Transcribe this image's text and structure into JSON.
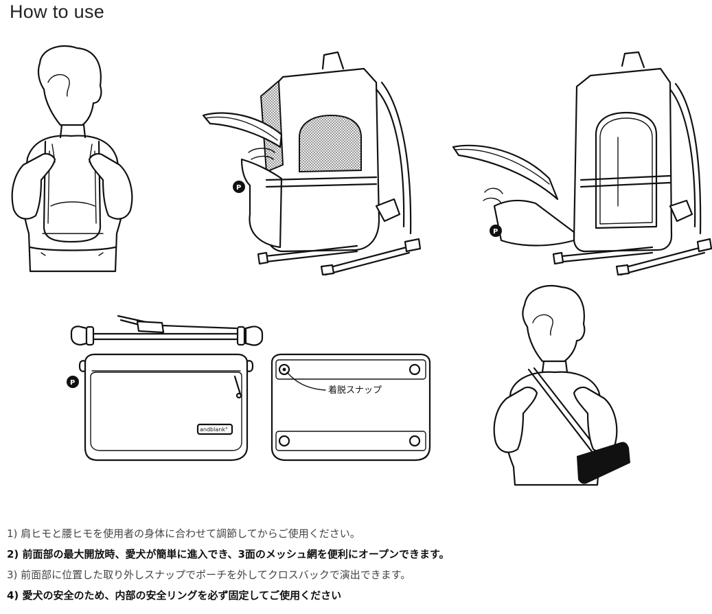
{
  "header": {
    "title": "How to use"
  },
  "diagram": {
    "pocket_marker": "P",
    "snap_label": "着脱スナップ",
    "brand_tag": "andblank°"
  },
  "instructions": [
    {
      "text": "1) 肩ヒモと腰ヒモを使用者の身体に合わせて調節してからご使用ください。"
    },
    {
      "text": "2) 前面部の最大開放時、愛犬が簡単に進入でき、3面のメッシュ網を便利にオープンできます。"
    },
    {
      "text": "3) 前面部に位置した取り外しスナップでポーチを外してクロスバックで演出できます。"
    },
    {
      "text": "4) 愛犬の安全のため、内部の安全リングを必ず固定してご使用ください"
    }
  ]
}
